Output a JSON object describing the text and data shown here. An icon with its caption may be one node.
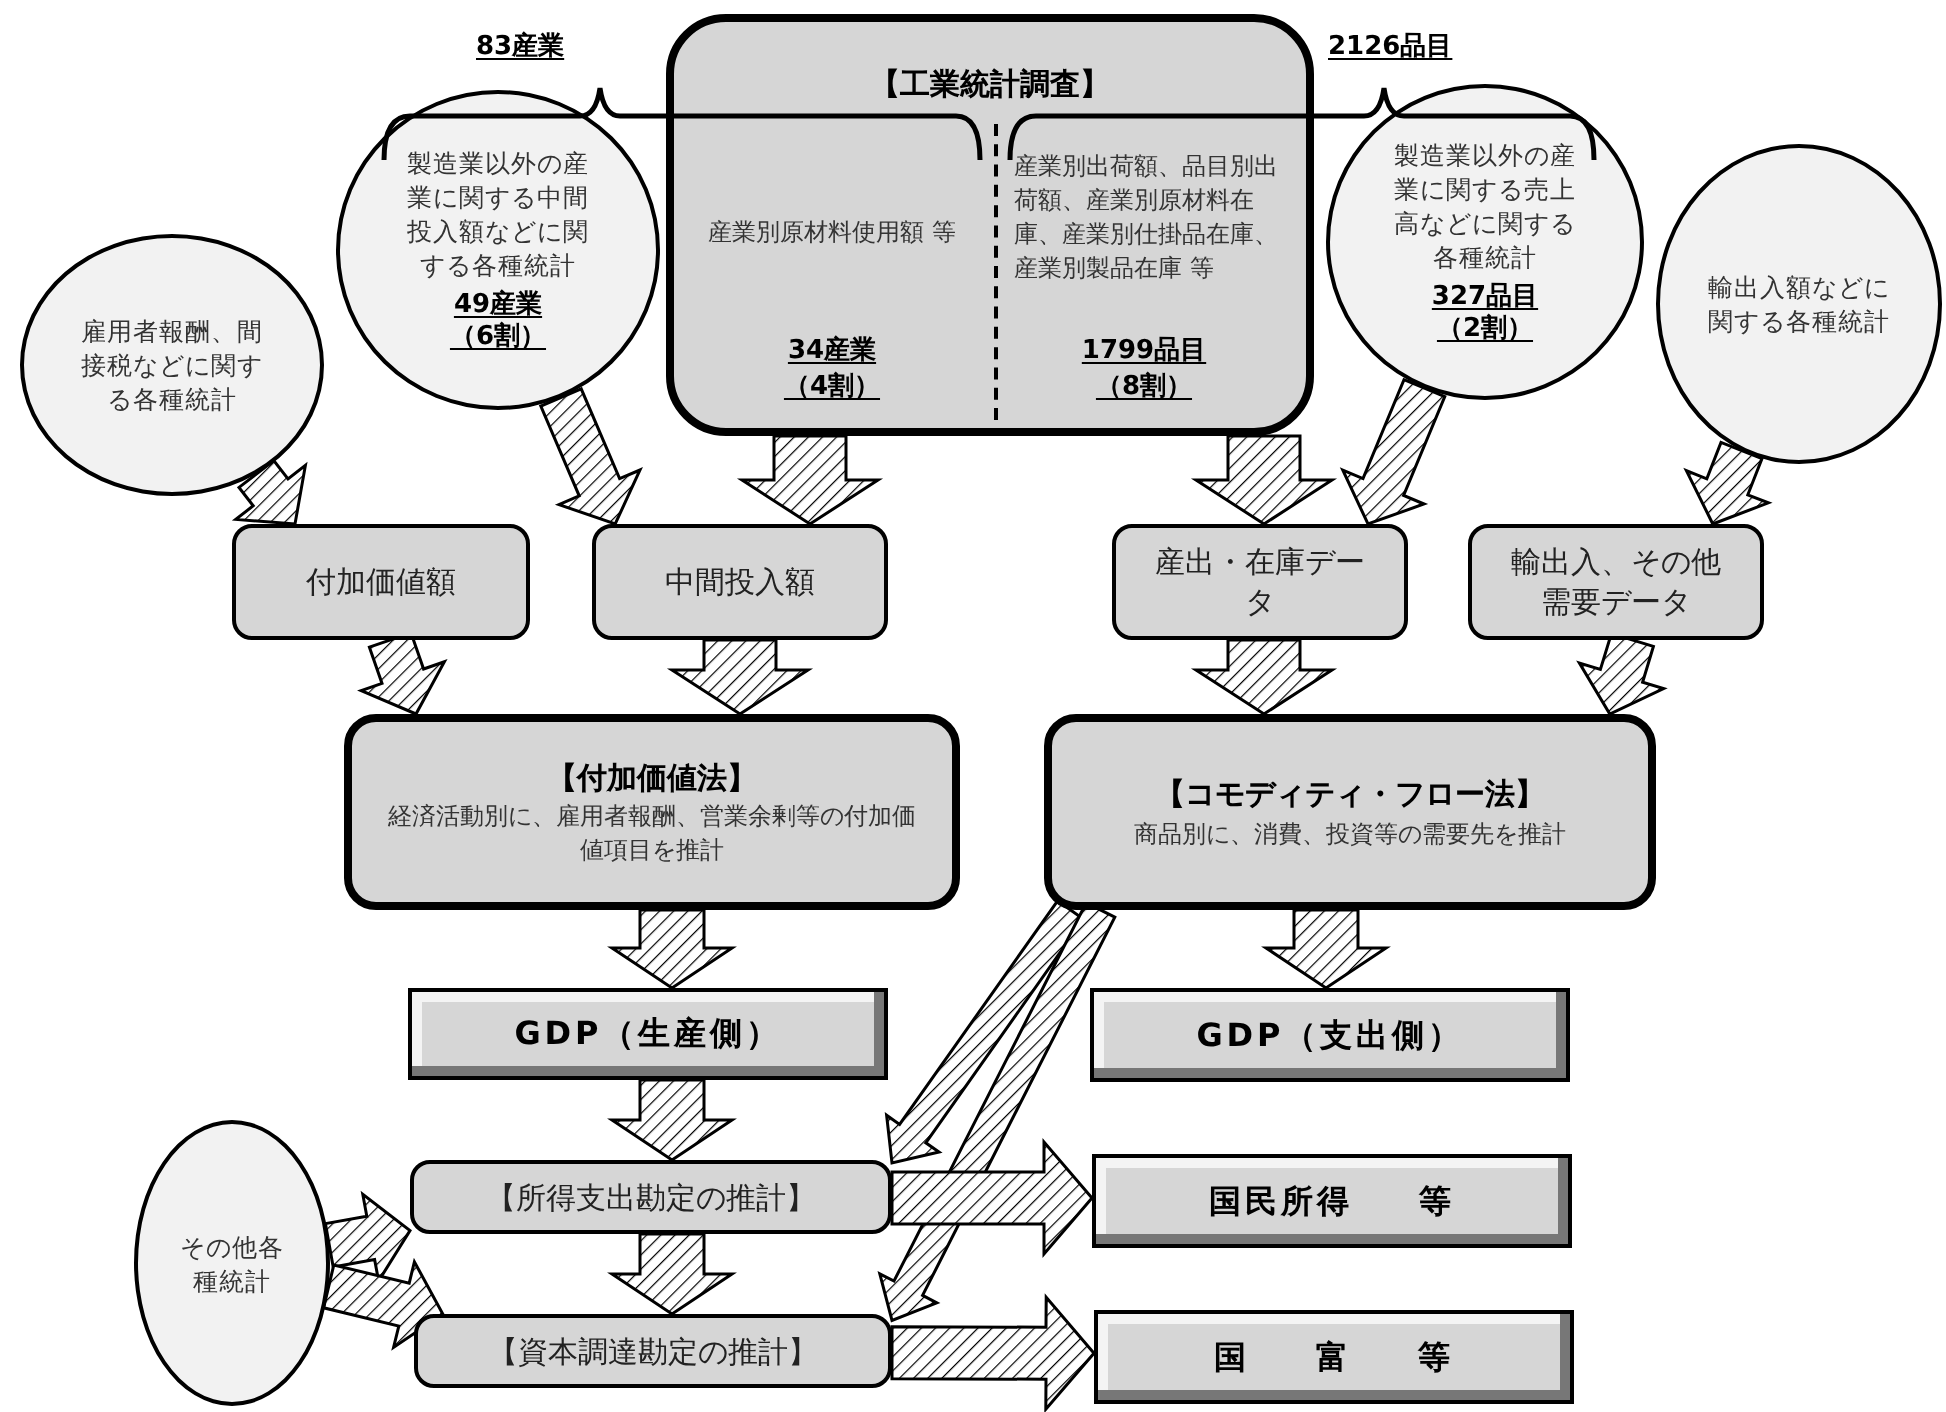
{
  "diagram": {
    "nodes": [
      {
        "text": [
          "雇用者報酬、間接税などに関する各種統計"
        ]
      },
      {
        "text": [
          "製造業以外の産業に関する中間投入額などに関する各種統計",
          "49産業",
          "（6割）"
        ]
      },
      {
        "text": [
          "【工業統計調査】",
          "産業別原材料使用額 等",
          "34産業",
          "（4割）",
          "産業別出荷額、品目別出荷額、産業別原材料在庫、産業別仕掛品在庫、産業別製品在庫 等",
          "1799品目",
          "（8割）"
        ]
      },
      {
        "text": [
          "製造業以外の産業に関する売上高などに関する各種統計",
          "327品目",
          "（2割）"
        ]
      },
      {
        "text": [
          "輸出入額などに関する各種統計"
        ]
      },
      {
        "text": [
          "付加価値額"
        ]
      },
      {
        "text": [
          "中間投入額"
        ]
      },
      {
        "text": [
          "産出・在庫データ"
        ]
      },
      {
        "text": [
          "輸出入、その他需要データ"
        ]
      },
      {
        "text": [
          "【付加価値法】",
          "経済活動別に、雇用者報酬、営業余剰等の付加価値項目を推計"
        ]
      },
      {
        "text": [
          "【コモディティ・フロー法】",
          "商品別に、消費、投資等の需要先を推計"
        ]
      },
      {
        "text": [
          "GDP（生産側）"
        ]
      },
      {
        "text": [
          "GDP（支出側）"
        ]
      },
      {
        "text": [
          "その他各種統計"
        ]
      },
      {
        "text": [
          "【所得支出勘定の推計】"
        ]
      },
      {
        "text": [
          "【資本調達勘定の推計】"
        ]
      },
      {
        "text": [
          "国民所得 等"
        ]
      },
      {
        "text": [
          "国 富 等"
        ]
      }
    ],
    "edges": [
      {
        "from": 0,
        "to": 5,
        "arrow": "to"
      },
      {
        "from": 1,
        "to": 6,
        "arrow": "to"
      },
      {
        "from": 2,
        "to": 6,
        "arrow": "to"
      },
      {
        "from": 2,
        "to": 7,
        "arrow": "to"
      },
      {
        "from": 3,
        "to": 7,
        "arrow": "to"
      },
      {
        "from": 4,
        "to": 8,
        "arrow": "to"
      },
      {
        "from": 5,
        "to": 9,
        "arrow": "to"
      },
      {
        "from": 6,
        "to": 9,
        "arrow": "to"
      },
      {
        "from": 7,
        "to": 10,
        "arrow": "to"
      },
      {
        "from": 8,
        "to": 10,
        "arrow": "to"
      },
      {
        "from": 9,
        "to": 11,
        "arrow": "to"
      },
      {
        "from": 10,
        "to": 12,
        "arrow": "to"
      },
      {
        "from": 10,
        "to": 14,
        "arrow": "to"
      },
      {
        "from": 10,
        "to": 15,
        "arrow": "to"
      },
      {
        "from": 11,
        "to": 14,
        "arrow": "to"
      },
      {
        "from": 14,
        "to": 15,
        "arrow": "to"
      },
      {
        "from": 13,
        "to": 14,
        "arrow": "to"
      },
      {
        "from": 13,
        "to": 15,
        "arrow": "to"
      },
      {
        "from": 14,
        "to": 16,
        "arrow": "to"
      },
      {
        "from": 15,
        "to": 17,
        "arrow": "to"
      }
    ],
    "labels": [
      "83産業",
      "2126品目"
    ]
  }
}
